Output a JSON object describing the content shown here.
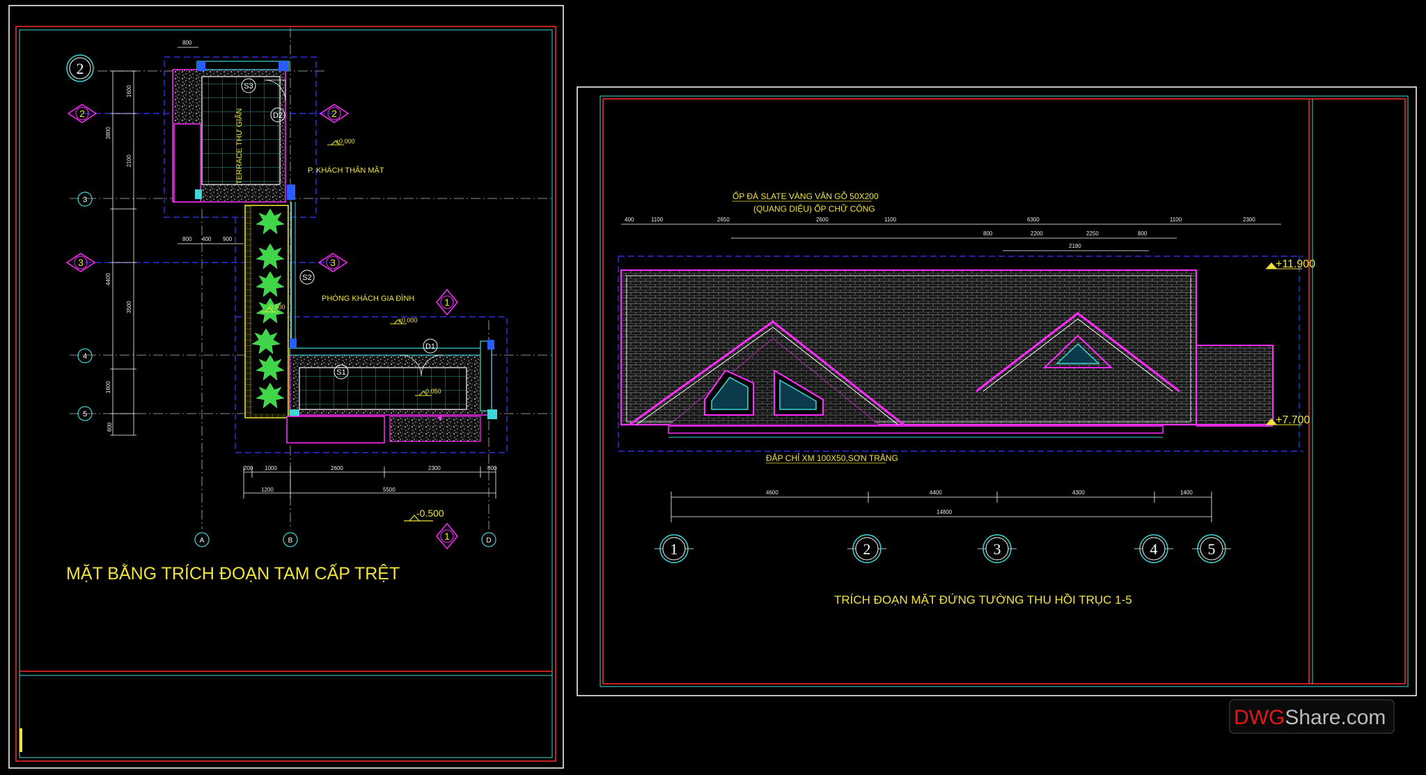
{
  "plan": {
    "title": "MẶT BẰNG TRÍCH ĐOẠN TAM CẤP TRỆT",
    "labels": {
      "terrace": "TERRACE THƯ GIÃN",
      "p_khach": "P. KHÁCH THÂN MẬT",
      "phong_khach": "PHÒNG KHÁCH GIA ĐÌNH"
    },
    "tags": {
      "s3": "S3",
      "s2": "S2",
      "s1": "S1",
      "d1": "D1",
      "d2": "D2"
    },
    "levels": {
      "lv1": "±0.000",
      "lv2": "-0.500",
      "lv3": "±0.000",
      "lv4": "-0.050",
      "lv5": "-0.500"
    },
    "axes": {
      "big2": "2",
      "g2a": "2",
      "g2b": "2",
      "g3a": "3",
      "g3b": "3",
      "g1a": "1",
      "g1b": "1",
      "r3": "3",
      "r4": "4",
      "r5": "5",
      "ca": "A",
      "cb": "B",
      "cd": "D"
    },
    "dims": {
      "top": "800",
      "mid1": "800",
      "mid2": "400",
      "mid3": "900",
      "b1": "200",
      "b2": "1000",
      "b3": "2600",
      "b4": "2300",
      "b5": "800",
      "c1": "1200",
      "c2": "5500",
      "l1": "1600",
      "l2": "3800",
      "l3": "2100",
      "l4": "4400",
      "l5": "3500",
      "l6": "1600",
      "l7": "600"
    }
  },
  "elevation": {
    "title": "TRÍCH ĐOẠN MẶT ĐỨNG TƯỜNG THU HỒI TRỤC 1-5",
    "note_top_1": "ỐP ĐÁ SLATE VÀNG VÂN GỖ 50X200",
    "note_top_2": "(QUANG DIỆU) ỐP CHỮ CÔNG",
    "note_bottom": "ĐẮP CHỈ XM 100X50,SƠN TRẮNG",
    "level_top": "+11.900",
    "level_bottom": "+7.700",
    "axes": [
      "1",
      "2",
      "3",
      "4",
      "5"
    ],
    "dims_top": [
      "400",
      "1100",
      "2650",
      "2600",
      "1100",
      "6300",
      "1100",
      "2300"
    ],
    "dims_second": [
      "800",
      "2200",
      "2250",
      "800"
    ],
    "dim_third": "2180",
    "dims_bottom": [
      "4600",
      "4400",
      "4300",
      "1400"
    ],
    "dim_total": "14800"
  },
  "watermark": {
    "brand_a": "DWG",
    "brand_b": "Share.com"
  },
  "colors": {
    "frame_white": "#ffffff",
    "frame_red": "#ff2a2a",
    "cyan": "#3fd6d6",
    "magenta": "#ff2cff",
    "blue": "#3a3aff",
    "yellow": "#f2e33c",
    "green": "#3fd64a",
    "hatch_grey": "#8a8a8a"
  }
}
